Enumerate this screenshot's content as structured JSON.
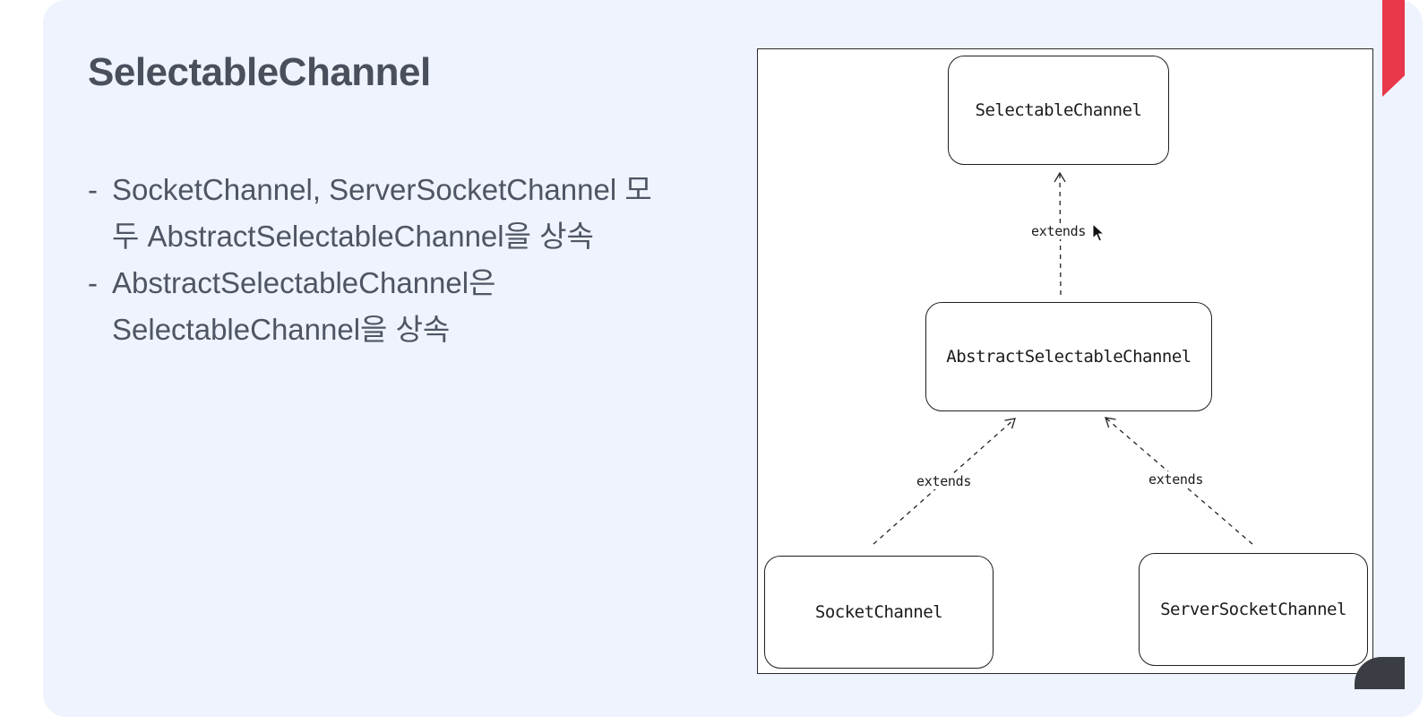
{
  "slide": {
    "title": "SelectableChannel",
    "bullets": [
      {
        "dash": "-",
        "lines": [
          "SocketChannel, ServerSocketChannel 모",
          "두 AbstractSelectableChannel을 상속"
        ]
      },
      {
        "dash": "-",
        "lines": [
          "AbstractSelectableChannel은",
          "SelectableChannel을 상속"
        ]
      }
    ]
  },
  "diagram": {
    "nodes": {
      "selectable": "SelectableChannel",
      "abstract_selectable": "AbstractSelectableChannel",
      "socket": "SocketChannel",
      "server_socket": "ServerSocketChannel"
    },
    "edges": [
      {
        "from": "AbstractSelectableChannel",
        "to": "SelectableChannel",
        "label": "extends"
      },
      {
        "from": "SocketChannel",
        "to": "AbstractSelectableChannel",
        "label": "extends"
      },
      {
        "from": "ServerSocketChannel",
        "to": "AbstractSelectableChannel",
        "label": "extends"
      }
    ]
  },
  "colors": {
    "slide_background": "#eef3fd",
    "title_text": "#4a4f5c",
    "accent": "#e8364a"
  }
}
